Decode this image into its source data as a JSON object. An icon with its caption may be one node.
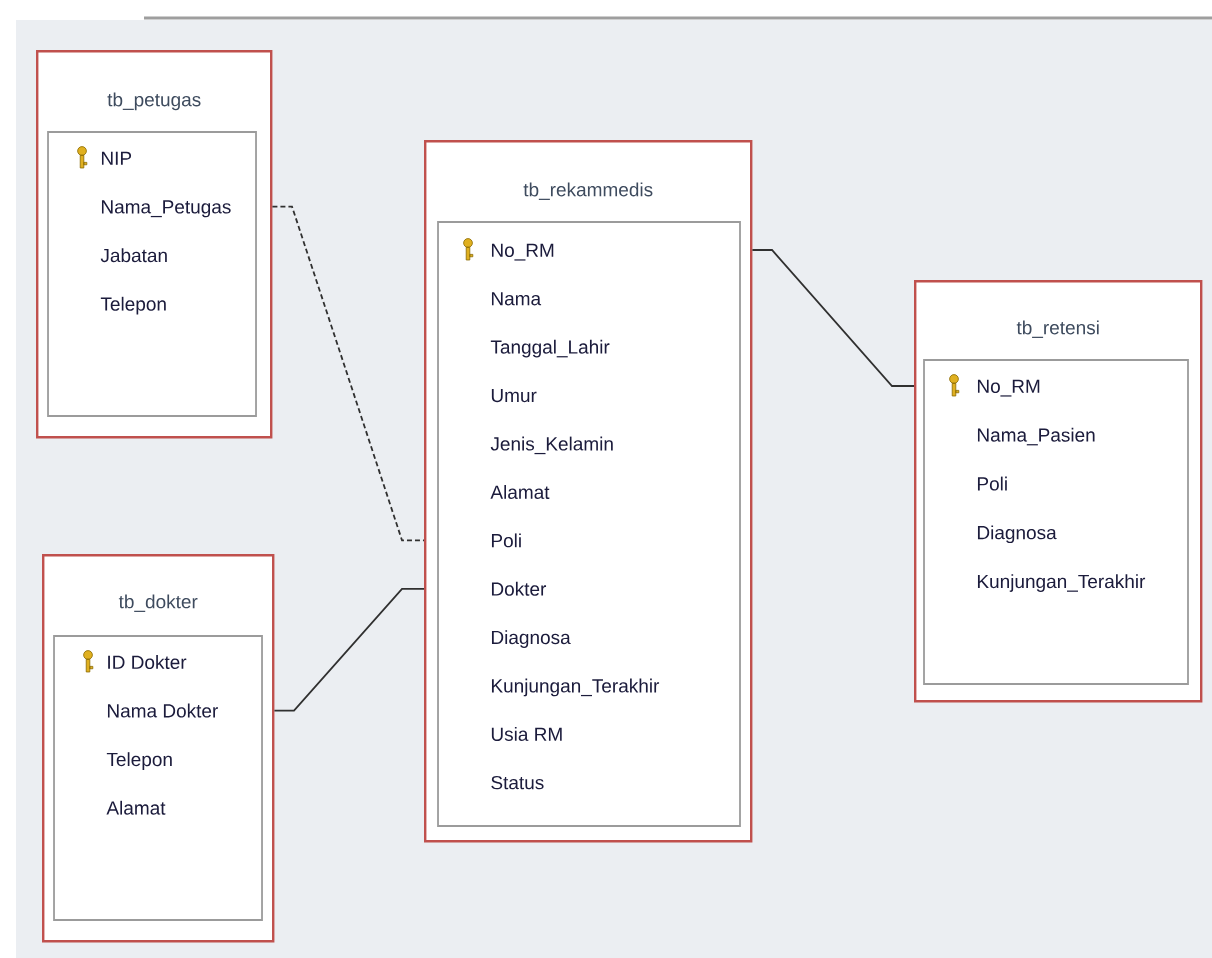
{
  "diagram": {
    "nodes": [
      {
        "text": [
          "tb_petugas"
        ]
      },
      {
        "text": [
          "NIP"
        ],
        "in": 0
      },
      {
        "text": [
          "Nama_Petugas"
        ],
        "in": 0
      },
      {
        "text": [
          "Jabatan"
        ],
        "in": 0
      },
      {
        "text": [
          "Telepon"
        ],
        "in": 0
      },
      {
        "text": [
          "tb_dokter"
        ]
      },
      {
        "text": [
          "ID Dokter"
        ],
        "in": 5
      },
      {
        "text": [
          "Nama Dokter"
        ],
        "in": 5
      },
      {
        "text": [
          "Telepon"
        ],
        "in": 5
      },
      {
        "text": [
          "Alamat"
        ],
        "in": 5
      },
      {
        "text": [
          "tb_rekammedis"
        ]
      },
      {
        "text": [
          "No_RM"
        ],
        "in": 10
      },
      {
        "text": [
          "Nama"
        ],
        "in": 10
      },
      {
        "text": [
          "Tanggal_Lahir"
        ],
        "in": 10
      },
      {
        "text": [
          "Umur"
        ],
        "in": 10
      },
      {
        "text": [
          "Jenis_Kelamin"
        ],
        "in": 10
      },
      {
        "text": [
          "Alamat"
        ],
        "in": 10
      },
      {
        "text": [
          "Poli"
        ],
        "in": 10
      },
      {
        "text": [
          "Dokter"
        ],
        "in": 10
      },
      {
        "text": [
          "Diagnosa"
        ],
        "in": 10
      },
      {
        "text": [
          "Kunjungan_Terakhir"
        ],
        "in": 10
      },
      {
        "text": [
          "Usia RM"
        ],
        "in": 10
      },
      {
        "text": [
          "Status"
        ],
        "in": 10
      },
      {
        "text": [
          "tb_retensi"
        ]
      },
      {
        "text": [
          "No_RM"
        ],
        "in": 23
      },
      {
        "text": [
          "Nama_Pasien"
        ],
        "in": 23
      },
      {
        "text": [
          "Poli"
        ],
        "in": 23
      },
      {
        "text": [
          "Diagnosa"
        ],
        "in": 23
      },
      {
        "text": [
          "Kunjungan_Terakhir"
        ],
        "in": 23
      }
    ],
    "edges": [
      {
        "from": 0,
        "to": 10,
        "arrow": "none",
        "style": "dashed"
      },
      {
        "from": 5,
        "to": 10,
        "arrow": "none"
      },
      {
        "from": 10,
        "to": 23,
        "arrow": "none"
      }
    ]
  }
}
